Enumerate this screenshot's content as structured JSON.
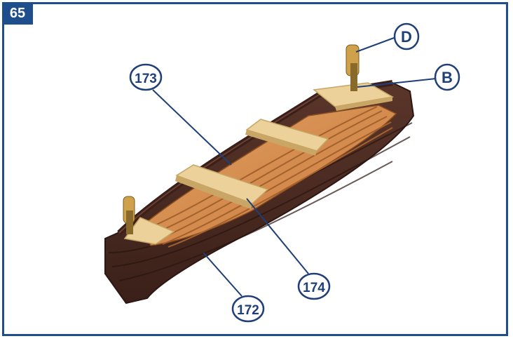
{
  "step": {
    "number": "65"
  },
  "callouts": {
    "d": "D",
    "b": "B",
    "p173": "173",
    "p174": "174",
    "p172": "172"
  },
  "colors": {
    "frame": "#1f4e8c",
    "callout": "#1f3f78",
    "hull": "#4a2b22",
    "planks": "#d8914f",
    "thwart": "#e7c98f"
  }
}
